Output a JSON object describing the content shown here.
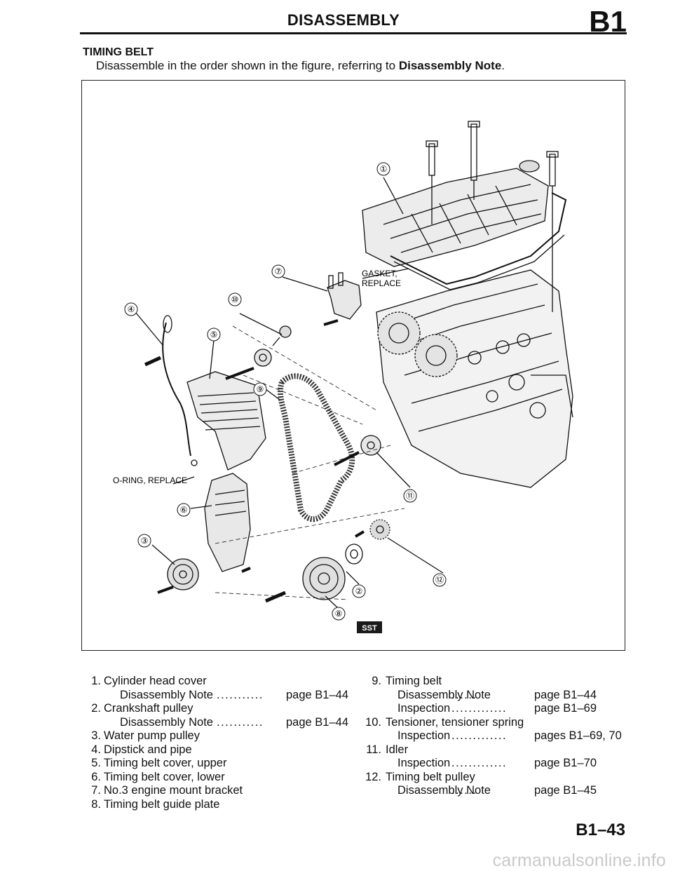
{
  "header": {
    "title": "DISASSEMBLY",
    "section_code": "B1"
  },
  "section": {
    "heading": "TIMING BELT",
    "intro_text": "Disassemble in the order shown in the figure, referring to ",
    "intro_bold": "Disassembly Note",
    "intro_end": "."
  },
  "figure": {
    "callouts": [
      "①",
      "②",
      "③",
      "④",
      "⑤",
      "⑥",
      "⑦",
      "⑧",
      "⑨",
      "⑩",
      "⑪",
      "⑫"
    ],
    "gasket_label_1": "GASKET,",
    "gasket_label_2": "REPLACE",
    "oring_label": "O-RING, REPLACE",
    "sst_label": "SST"
  },
  "parts_left": [
    {
      "num": "1.",
      "name": "Cylinder head cover",
      "sub": [
        {
          "text": "Disassembly Note",
          "dots": "...........",
          "ref": "page B1–44"
        }
      ]
    },
    {
      "num": "2.",
      "name": "Crankshaft pulley",
      "sub": [
        {
          "text": "Disassembly Note",
          "dots": "...........",
          "ref": "page B1–44"
        }
      ]
    },
    {
      "num": "3.",
      "name": "Water pump pulley",
      "sub": []
    },
    {
      "num": "4.",
      "name": "Dipstick and pipe",
      "sub": []
    },
    {
      "num": "5.",
      "name": "Timing belt cover, upper",
      "sub": []
    },
    {
      "num": "6.",
      "name": "Timing belt cover, lower",
      "sub": []
    },
    {
      "num": "7.",
      "name": "No.3 engine mount bracket",
      "sub": []
    },
    {
      "num": "8.",
      "name": "Timing belt guide plate",
      "sub": []
    }
  ],
  "parts_right": [
    {
      "num": "9.",
      "name": "Timing belt",
      "sub": [
        {
          "text": "Disassembly Note",
          "dots": "......",
          "ref": "page  B1–44"
        },
        {
          "text": "Inspection",
          "dots": ".............",
          "ref": "page  B1–69"
        }
      ]
    },
    {
      "num": "10.",
      "name": "Tensioner, tensioner spring",
      "sub": [
        {
          "text": "Inspection",
          "dots": ".............",
          "ref": "pages B1–69, 70"
        }
      ]
    },
    {
      "num": "11.",
      "name": "Idler",
      "sub": [
        {
          "text": "Inspection",
          "dots": ".............",
          "ref": "page  B1–70"
        }
      ]
    },
    {
      "num": "12.",
      "name": "Timing belt pulley",
      "sub": [
        {
          "text": "Disassembly Note",
          "dots": "......",
          "ref": "page  B1–45"
        }
      ]
    }
  ],
  "footer": {
    "page_number": "B1–43",
    "watermark": "carmanualsonline.info"
  }
}
